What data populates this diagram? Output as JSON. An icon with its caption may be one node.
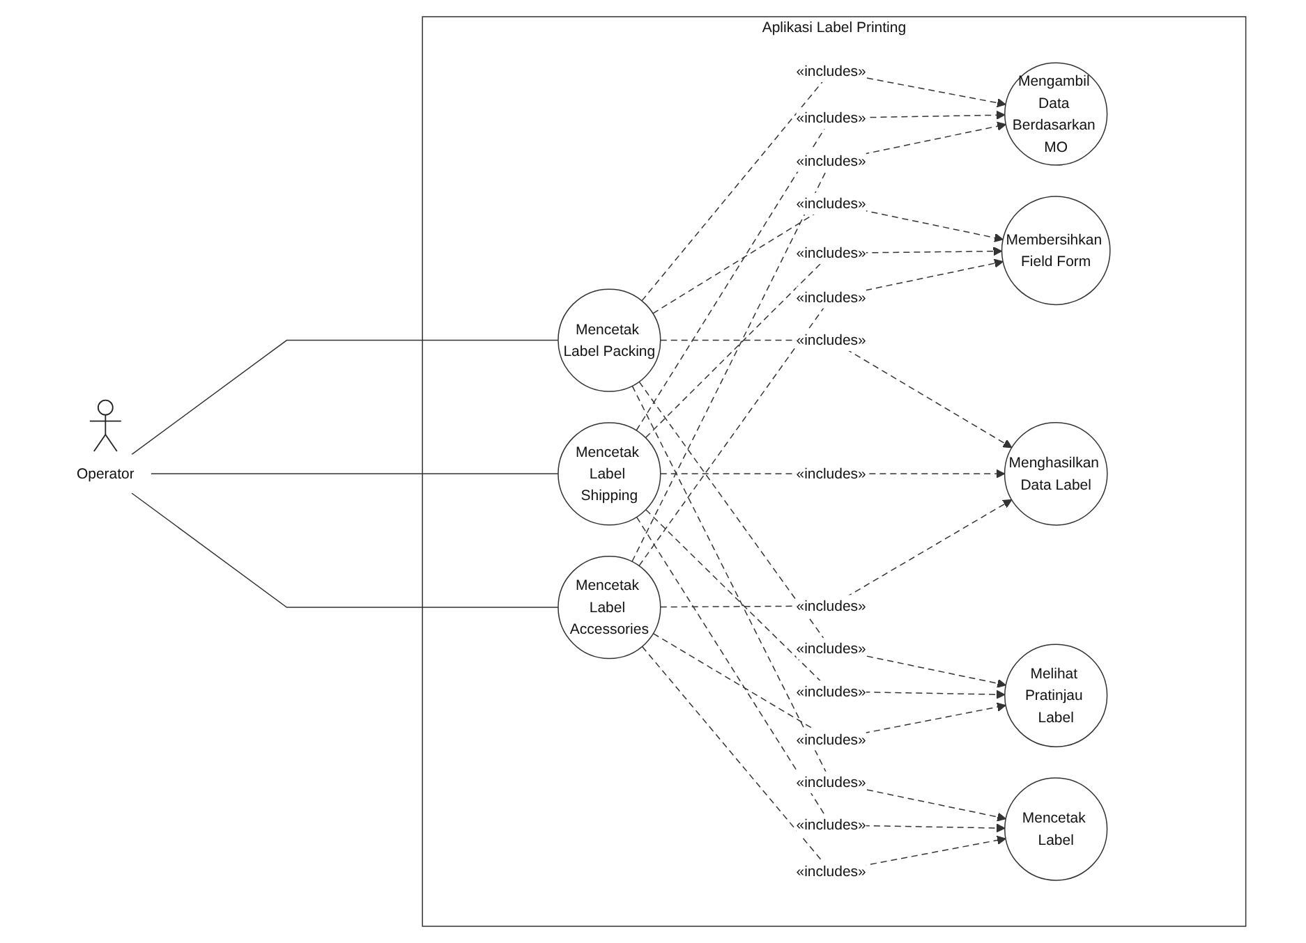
{
  "diagram": {
    "nodes": [
      {
        "text": [
          "Aplikasi Label Printing"
        ]
      },
      {
        "text": [
          "Operator"
        ]
      },
      {
        "text": [
          "Mencetak Label Packing"
        ],
        "in": 0
      },
      {
        "text": [
          "Mencetak Label Shipping"
        ],
        "in": 0
      },
      {
        "text": [
          "Mencetak Label Accessories"
        ],
        "in": 0
      },
      {
        "text": [
          "Mengambil Data Berdasarkan MO"
        ],
        "in": 0
      },
      {
        "text": [
          "Membersihkan Field Form"
        ],
        "in": 0
      },
      {
        "text": [
          "Menghasilkan Data Label"
        ],
        "in": 0
      },
      {
        "text": [
          "Melihat Pratinjau Label"
        ],
        "in": 0
      },
      {
        "text": [
          "Mencetak Label"
        ],
        "in": 0
      }
    ],
    "edges": [
      {
        "from": 1,
        "to": 2,
        "arrow": "none"
      },
      {
        "from": 1,
        "to": 3,
        "arrow": "none"
      },
      {
        "from": 1,
        "to": 4,
        "arrow": "none"
      },
      {
        "from": 2,
        "to": 5,
        "arrow": "to",
        "label": "«includes»",
        "style": "dashed"
      },
      {
        "from": 2,
        "to": 6,
        "arrow": "to",
        "label": "«includes»",
        "style": "dashed"
      },
      {
        "from": 2,
        "to": 7,
        "arrow": "to",
        "label": "«includes»",
        "style": "dashed"
      },
      {
        "from": 2,
        "to": 8,
        "arrow": "to",
        "label": "«includes»",
        "style": "dashed"
      },
      {
        "from": 2,
        "to": 9,
        "arrow": "to",
        "label": "«includes»",
        "style": "dashed"
      },
      {
        "from": 3,
        "to": 5,
        "arrow": "to",
        "label": "«includes»",
        "style": "dashed"
      },
      {
        "from": 3,
        "to": 6,
        "arrow": "to",
        "label": "«includes»",
        "style": "dashed"
      },
      {
        "from": 3,
        "to": 7,
        "arrow": "to",
        "label": "«includes»",
        "style": "dashed"
      },
      {
        "from": 3,
        "to": 8,
        "arrow": "to",
        "label": "«includes»",
        "style": "dashed"
      },
      {
        "from": 3,
        "to": 9,
        "arrow": "to",
        "label": "«includes»",
        "style": "dashed"
      },
      {
        "from": 4,
        "to": 5,
        "arrow": "to",
        "label": "«includes»",
        "style": "dashed"
      },
      {
        "from": 4,
        "to": 6,
        "arrow": "to",
        "label": "«includes»",
        "style": "dashed"
      },
      {
        "from": 4,
        "to": 7,
        "arrow": "to",
        "label": "«includes»",
        "style": "dashed"
      },
      {
        "from": 4,
        "to": 8,
        "arrow": "to",
        "label": "«includes»",
        "style": "dashed"
      },
      {
        "from": 4,
        "to": 9,
        "arrow": "to",
        "label": "«includes»",
        "style": "dashed"
      }
    ]
  }
}
